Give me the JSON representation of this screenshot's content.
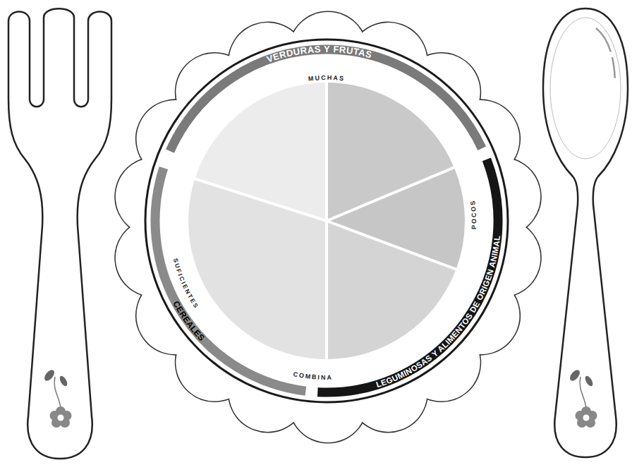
{
  "diagram": {
    "labels": [
      "VERDURAS Y FRUTAS",
      "MUCHAS",
      "POCOS",
      "LEGUMINOSAS Y ALIMENTOS DE ORIGEN ANIMAL",
      "COMBINA",
      "CEREALES",
      "SUFICIENTES"
    ]
  }
}
